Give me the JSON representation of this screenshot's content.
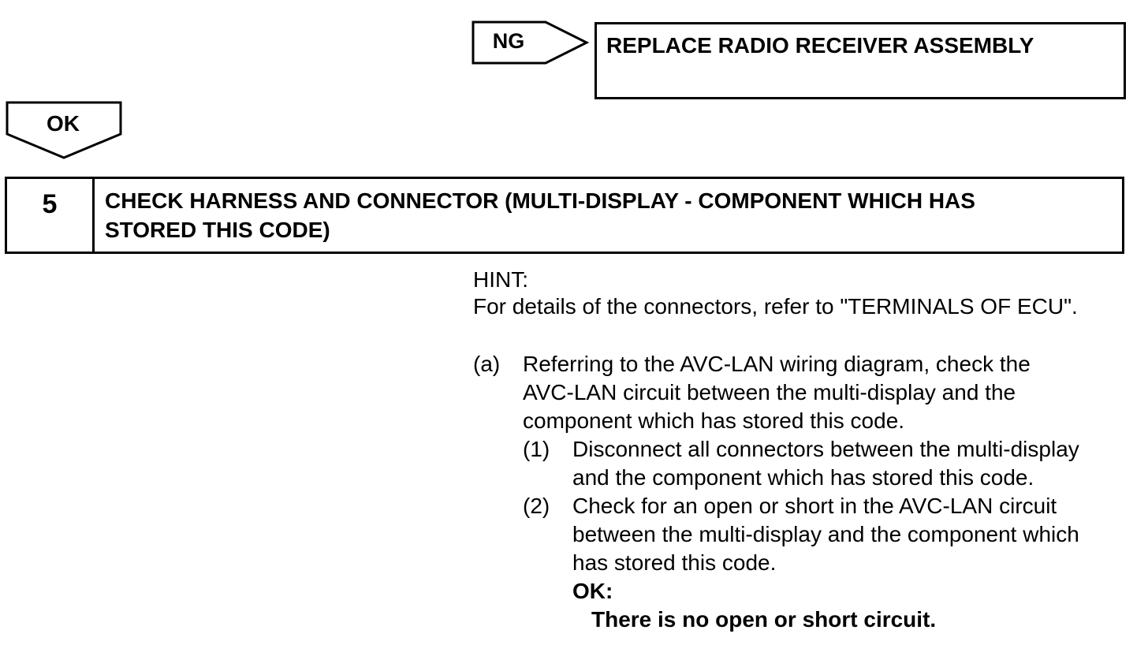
{
  "ng_branch": {
    "label": "NG",
    "action": "REPLACE RADIO RECEIVER ASSEMBLY"
  },
  "ok_branch": {
    "label": "OK"
  },
  "step": {
    "number": "5",
    "title_line1": "CHECK HARNESS AND CONNECTOR (MULTI-DISPLAY - COMPONENT WHICH HAS",
    "title_line2": "STORED THIS CODE)"
  },
  "hint": {
    "label": "HINT:",
    "text": "For details of the connectors, refer to \"TERMINALS OF ECU\"."
  },
  "procedure": {
    "a": {
      "marker": "(a)",
      "lines": [
        "Referring to the AVC-LAN wiring diagram, check the",
        "AVC-LAN circuit between the multi-display and the",
        "component which has stored this code."
      ]
    },
    "sub1": {
      "marker": "(1)",
      "lines": [
        "Disconnect all connectors between the multi-display",
        "and the component which has stored this code."
      ]
    },
    "sub2": {
      "marker": "(2)",
      "lines": [
        "Check for an open or short in the AVC-LAN circuit",
        "between the multi-display and the component which",
        "has stored this code."
      ]
    }
  },
  "result": {
    "label": "OK:",
    "text": "There is no open or short circuit."
  }
}
